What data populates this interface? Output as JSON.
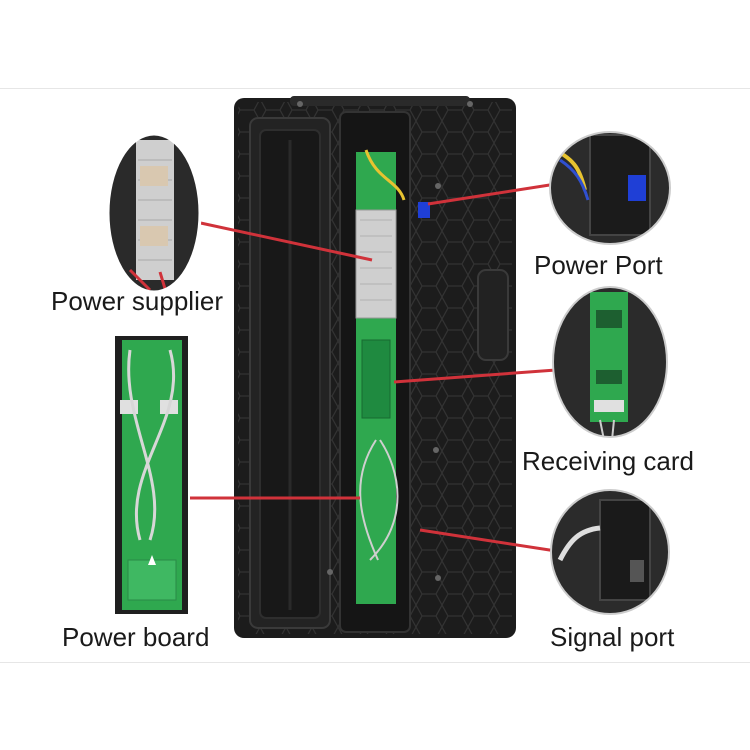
{
  "labels": {
    "power_supplier": "Power supplier",
    "power_port": "Power Port",
    "receiving_card": "Receiving card",
    "power_board": "Power board",
    "signal_port": "Signal port"
  },
  "colors": {
    "cabinet": "#1e1e1e",
    "cabinet_edge": "#3a3a3a",
    "pcb_green": "#2fa84f",
    "psu_silver": "#cfcfcf",
    "callout_line": "#d0323a",
    "port_blue": "#1f3fd6"
  },
  "icons": [
    "power-supply-photo",
    "power-port-photo",
    "receiving-card-photo",
    "power-board-photo",
    "signal-port-photo"
  ]
}
